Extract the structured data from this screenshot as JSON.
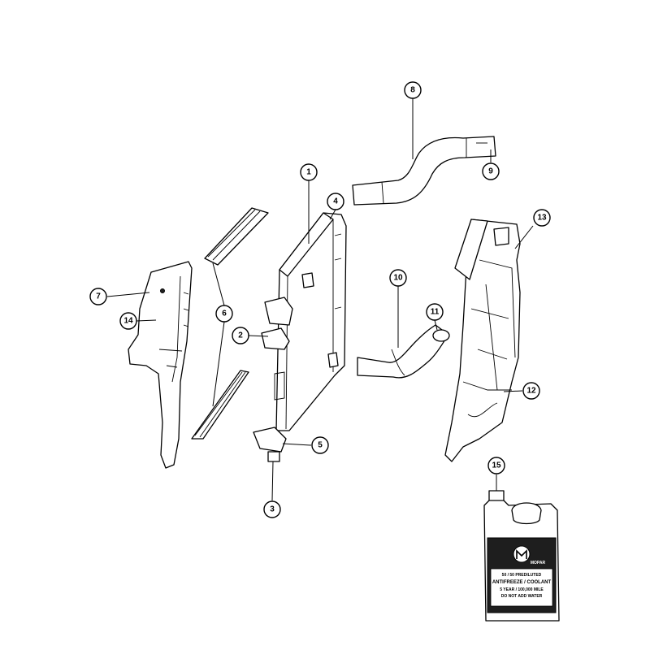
{
  "callouts": [
    "1",
    "2",
    "3",
    "4",
    "5",
    "6",
    "7",
    "8",
    "9",
    "10",
    "11",
    "12",
    "13",
    "14",
    "15"
  ],
  "jug_label": {
    "brand": "MOPAR",
    "line1": "50 / 50 PREDILUTED",
    "line2": "ANTIFREEZE / COOLANT",
    "line3": "5 YEAR / 100,000 MILE",
    "line4": "DO NOT ADD WATER"
  }
}
